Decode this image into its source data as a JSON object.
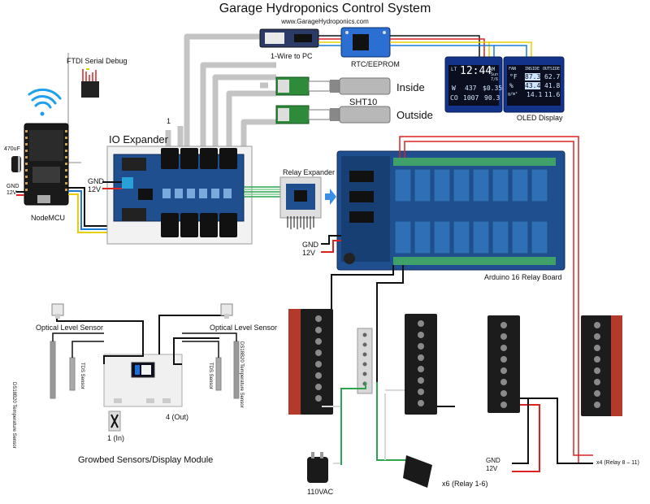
{
  "title": "Garage Hydroponics Control System",
  "website": "www.GarageHydroponics.com",
  "labels": {
    "ftdi": "FTDI Serial Debug",
    "onewire": "1-Wire to PC",
    "rtc": "RTC/EEPROM",
    "inside": "Inside",
    "outside": "Outside",
    "sht10": "SHT10",
    "oled": "OLED Display",
    "one": "1",
    "io_expander": "IO Expander",
    "relay_expander": "Relay Expander",
    "cap": "470uF",
    "nodemcu": "NodeMCU",
    "nodemcu_gnd": "GND",
    "nodemcu_12v": "12V",
    "io_gnd": "GND",
    "io_12v": "12V",
    "relay_gnd": "GND",
    "relay_12v": "12V",
    "arduino": "Arduino 16 Relay Board",
    "opt_left": "Optical Level Sensor",
    "opt_right": "Optical Level Sensor",
    "temp_left": "DS18B20 Temperature Sensor",
    "tds_left": "TDS Sensor",
    "tds_right": "TDS Sensor",
    "temp_right": "DS18B20 Temperature Sensor",
    "out4": "4 (Out)",
    "in1": "1 (In)",
    "growbed": "Growbed Sensors/Display Module",
    "vac": "110VAC",
    "relay16": "x6 (Relay 1-6)",
    "bottom_gnd": "GND",
    "bottom_12v": "12V",
    "relay811": "x4 (Relay 8 – 11)"
  },
  "oled_left": {
    "lt": "LT",
    "time": "12:44",
    "ampm": "AM",
    "date_top": "Sun",
    "date_bot": "7/6",
    "w": "W",
    "v1": "437",
    "v2": "$0.35",
    "co2": "CO",
    "v3": "1007",
    "v4": "90.3"
  },
  "oled_right": {
    "fan": "FAN",
    "inside": "INSIDE",
    "outside": "OUTSIDE",
    "f": "°F",
    "in1": "87.3",
    "out1": "62.7",
    "pct": "%",
    "in2": "43.4",
    "out2": "41.8",
    "gm3": "g/m³",
    "in3": "14.1",
    "out3": "11.6"
  },
  "colors": {
    "pcb_blue": "#1f4f8f",
    "relay_blue": "#2f6fb5",
    "wire_gray": "#bdbdbd",
    "terminal_red": "#b33a2a"
  }
}
